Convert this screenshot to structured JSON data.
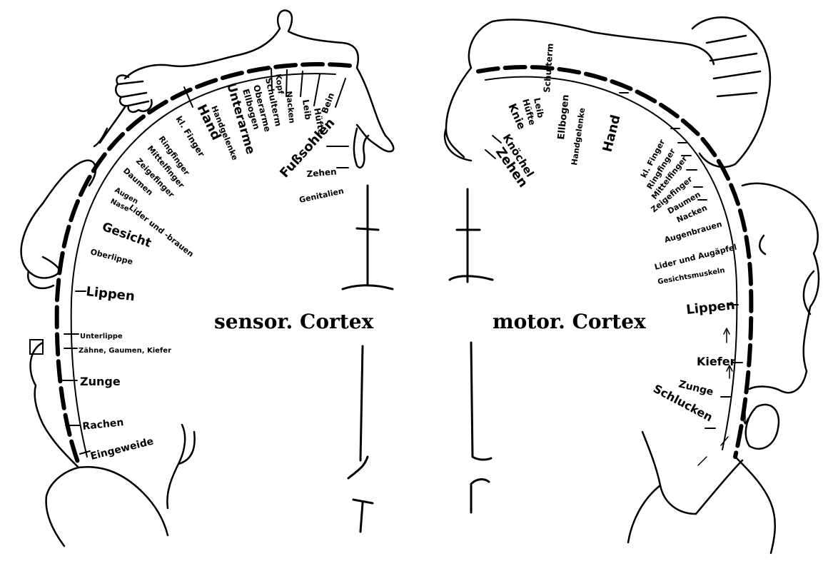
{
  "titles": {
    "sensory": "sensor. Cortex",
    "motor": "motor. Cortex"
  },
  "sensory_labels": [
    "Genitalien",
    "Zehen",
    "Fußsohlen",
    "Bein",
    "Hüfte",
    "Leib",
    "Nacken",
    "Kopf",
    "Schulterm",
    "Oberarme",
    "Ellbogen",
    "Unterarme",
    "Handgelenke",
    "Hand",
    "kl. Finger",
    "Ringfinger",
    "Mittelfinger",
    "Zeigefinger",
    "Daumen",
    "Augen",
    "Nase",
    "Lider und -brauen",
    "Gesicht",
    "Oberlippe",
    "Lippen",
    "Unterlippe",
    "Zähne, Gaumen, Kiefer",
    "Zunge",
    "Rachen",
    "Eingeweide"
  ],
  "motor_labels": [
    "Zehen",
    "Knöchel",
    "Knie",
    "Hüfte",
    "Leib",
    "Schulterm",
    "Ellbogen",
    "Handgelenke",
    "Hand",
    "kl. Finger",
    "Ringfinger",
    "Mittelfinger",
    "Zeigefinger",
    "Daumen",
    "Nacken",
    "Augenbrauen",
    "Lider und Augäpfel",
    "Gesichtsmuskeln",
    "Lippen",
    "Kiefer",
    "Zunge",
    "Schlucken"
  ]
}
